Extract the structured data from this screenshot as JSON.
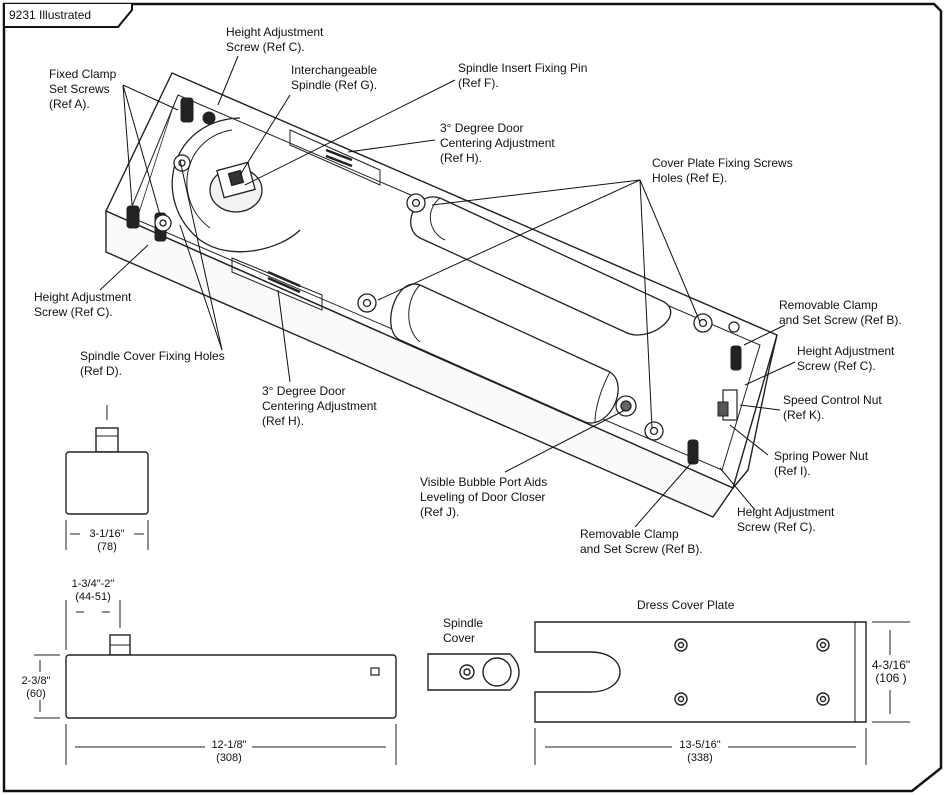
{
  "sheet": {
    "tab_title": "9231 Illustrated"
  },
  "callouts": {
    "height_adj_top": [
      "Height Adjustment",
      "Screw (Ref C)."
    ],
    "fixed_clamp": [
      "Fixed Clamp",
      "Set Screws",
      "(Ref A)."
    ],
    "interchangeable_spindle": [
      "Interchangeable",
      "Spindle (Ref G)."
    ],
    "spindle_insert_pin": [
      "Spindle Insert Fixing Pin",
      "(Ref F)."
    ],
    "centering_top": [
      "3° Degree Door",
      "Centering Adjustment",
      "(Ref H)."
    ],
    "cover_plate_holes": [
      "Cover Plate Fixing Screws",
      "Holes (Ref E)."
    ],
    "height_adj_left": [
      "Height Adjustment",
      "Screw (Ref C)."
    ],
    "spindle_cover_holes": [
      "Spindle Cover Fixing Holes",
      "(Ref D)."
    ],
    "centering_bottom": [
      "3° Degree Door",
      "Centering Adjustment",
      "(Ref H)."
    ],
    "removable_clamp_right": [
      "Removable Clamp",
      "and Set Screw (Ref B)."
    ],
    "height_adj_right": [
      "Height Adjustment",
      "Screw (Ref C)."
    ],
    "speed_control": [
      "Speed Control Nut",
      "(Ref K)."
    ],
    "spring_power": [
      "Spring Power Nut",
      "(Ref I)."
    ],
    "bubble_port": [
      "Visible Bubble Port Aids",
      "Leveling of Door Closer",
      "(Ref J)."
    ],
    "height_adj_bottom": [
      "Height Adjustment",
      "Screw (Ref C)."
    ],
    "removable_clamp_bottom": [
      "Removable Clamp",
      "and Set Screw (Ref B)."
    ]
  },
  "dimensions": {
    "end_view_width": [
      "3-1/16\"",
      "(78)"
    ],
    "spindle_offset": [
      "1-3/4\"-2\"",
      "(44-51)"
    ],
    "body_height": [
      "2-3/8\"",
      "(60)"
    ],
    "body_length": [
      "12-1/8\"",
      "(308)"
    ],
    "cover_plate_length": [
      "13-5/16\"",
      "(338)"
    ],
    "cover_plate_width": [
      "4-3/16\"",
      "(106 )"
    ]
  },
  "parts": {
    "spindle_cover": [
      "Spindle",
      "Cover"
    ],
    "dress_cover_plate": "Dress Cover Plate"
  }
}
